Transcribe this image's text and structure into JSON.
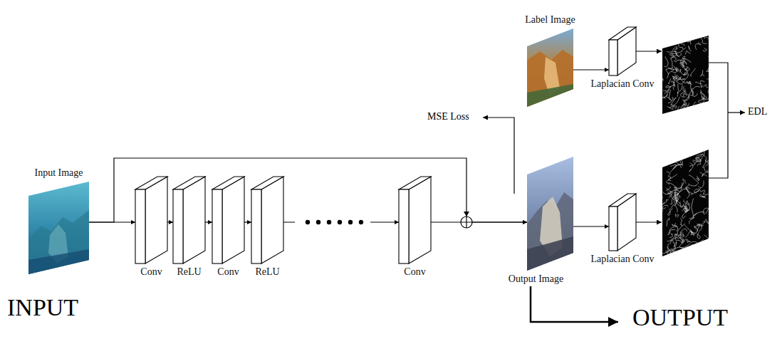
{
  "diagram": {
    "nodes": [
      {
        "text": [
          "Input Image"
        ]
      },
      {
        "text": [
          "Conv"
        ]
      },
      {
        "text": [
          "ReLU"
        ]
      },
      {
        "text": [
          "Conv"
        ]
      },
      {
        "text": [
          "ReLU"
        ]
      },
      {
        "text": [
          "Conv"
        ]
      },
      {
        "text": [
          "Output Image"
        ]
      },
      {
        "text": [
          "Label Image"
        ]
      },
      {
        "text": [
          "Laplacian Conv"
        ]
      },
      {
        "text": [
          "Laplacian Conv"
        ]
      }
    ],
    "edges": [
      {
        "from": 0,
        "to": 1,
        "arrow": "to"
      },
      {
        "from": 1,
        "to": 2,
        "arrow": "to"
      },
      {
        "from": 2,
        "to": 3,
        "arrow": "to"
      },
      {
        "from": 3,
        "to": 4,
        "arrow": "to"
      },
      {
        "from": 4,
        "to": 5,
        "arrow": "to"
      },
      {
        "from": 0,
        "to": 6,
        "arrow": "to"
      },
      {
        "from": 5,
        "to": 6,
        "arrow": "to"
      },
      {
        "from": 7,
        "to": 8,
        "arrow": "to"
      },
      {
        "from": 6,
        "to": 9,
        "arrow": "to"
      }
    ],
    "labels": [
      "MSE Loss",
      "EDL",
      "INPUT",
      "OUTPUT"
    ]
  }
}
